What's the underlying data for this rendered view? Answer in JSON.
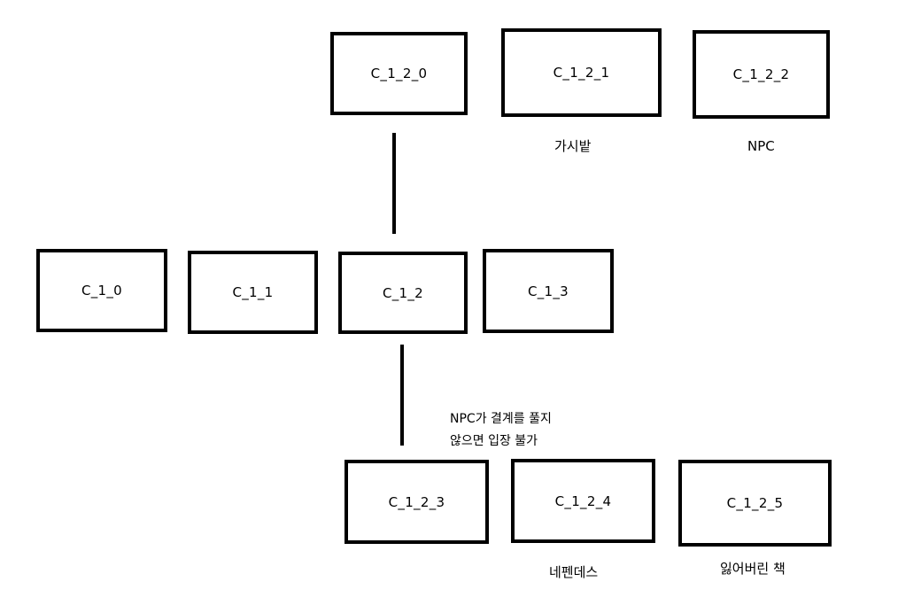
{
  "rooms": {
    "c_1_2_0": "C_1_2_0",
    "c_1_2_1": "C_1_2_1",
    "c_1_2_2": "C_1_2_2",
    "c_1_0": "C_1_0",
    "c_1_1": "C_1_1",
    "c_1_2": "C_1_2",
    "c_1_3": "C_1_3",
    "c_1_2_3": "C_1_2_3",
    "c_1_2_4": "C_1_2_4",
    "c_1_2_5": "C_1_2_5"
  },
  "labels": {
    "c_1_2_1": "가시밭",
    "c_1_2_2": "NPC",
    "c_1_2_4": "네펜데스",
    "c_1_2_5": "잃어버린 책"
  },
  "notes": {
    "barrier_line1": "NPC가 결계를 풀지",
    "barrier_line2": "않으면 입장 불가"
  },
  "colors": {
    "stroke": "#000000",
    "background": "#ffffff"
  }
}
